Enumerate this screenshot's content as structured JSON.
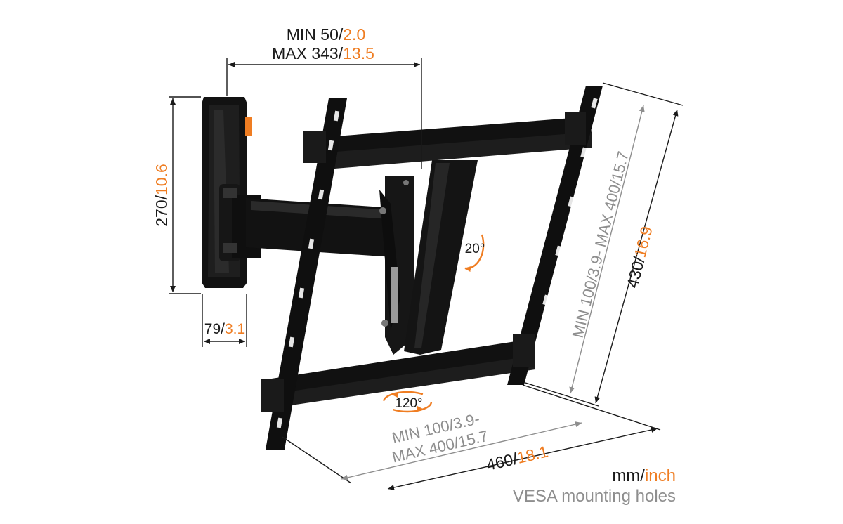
{
  "dimensions": {
    "depth": {
      "line1_black": "MIN 50/",
      "line1_orange": "2.0",
      "line2_black": "MAX 343/",
      "line2_orange": "13.5"
    },
    "height_wallplate": {
      "black": "270/",
      "orange": "10.6"
    },
    "width_wallplate": {
      "black": "79/",
      "orange": "3.1"
    },
    "tilt": "20°",
    "swivel": "120°",
    "vesa_width": {
      "line1_gray": "MIN 100/3.9-",
      "line2_gray": "MAX 400/15.7"
    },
    "vesa_height": {
      "gray": "MIN 100/3.9- MAX 400/15.7"
    },
    "total_width": {
      "black": "460/",
      "orange": "18.1"
    },
    "total_height": {
      "black": "430/",
      "orange": "16.9"
    }
  },
  "legend": {
    "units_black": "mm/",
    "units_orange": "inch",
    "caption": "VESA mounting holes"
  },
  "colors": {
    "accent": "#ef7d22",
    "gray": "#8e8e8e",
    "ink": "#1a1a1a",
    "product": "#111111"
  }
}
